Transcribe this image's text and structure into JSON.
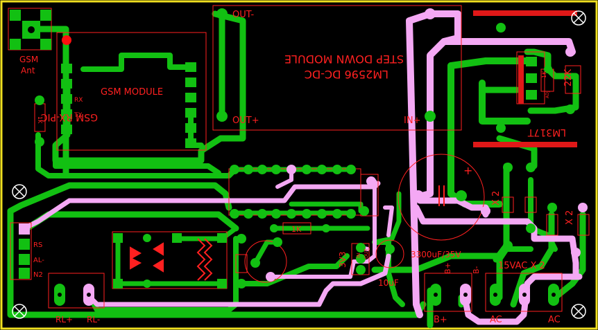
{
  "labels": {
    "gsm": "GSM",
    "ant": "Ant",
    "gsm_module": "GSM MODULE",
    "gsm_rx_pic": "GSM RX-PIC",
    "rx": "RX",
    "tx": "TX",
    "r_1k_a": "1K",
    "out_minus": "OUT-",
    "out_plus": "OUT+",
    "in_plus": "IN+",
    "step_down": "STEP DOWN MODULE",
    "lm2596": "LM2596 DC-DC",
    "lm317t": "LM317T",
    "r_22k": "22K",
    "pot_1k": "1K",
    "adj": "ADJ",
    "r_1k_b": "1K",
    "cap_big": "3300uF/35V",
    "cap_small": "10uF",
    "reg": "3V3",
    "reg_in": "IN",
    "reg_out": "OUT",
    "rs": "RS",
    "al": "AL-",
    "n2": "N2",
    "rl_plus": "RL+",
    "rl_minus": "RL-",
    "b_plus_top": "B+",
    "b_minus_top": "B-",
    "b_plus": "B+",
    "vac": "15VAC X 2",
    "ac1": "AC",
    "ac2": "AC",
    "d_a": "X 2",
    "d_b": "X 2",
    "plus_sign": "+"
  },
  "colors": {
    "background": "#000000",
    "border": "#f0e020",
    "trace_top": "#12c012",
    "trace_bottom": "#f4a8f4",
    "silkscreen": "#ff2020"
  }
}
